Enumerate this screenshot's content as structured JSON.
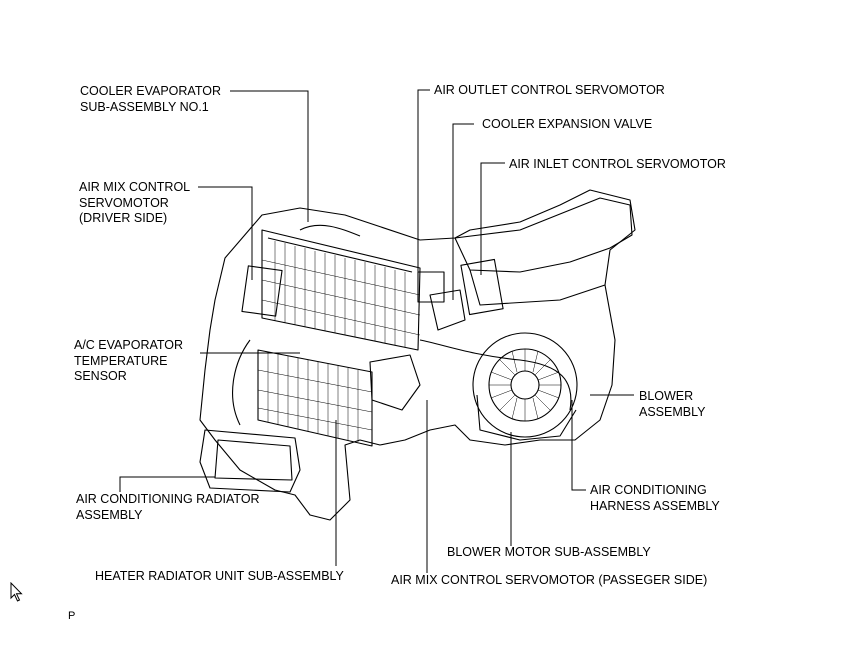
{
  "diagram": {
    "labels": {
      "cooler_evaporator": [
        "COOLER EVAPORATOR",
        "SUB-ASSEMBLY NO.1"
      ],
      "air_mix_driver": [
        "AIR MIX CONTROL",
        "SERVOMOTOR",
        "(DRIVER SIDE)"
      ],
      "ac_evap_temp_sensor": [
        "A/C EVAPORATOR",
        "TEMPERATURE",
        "SENSOR"
      ],
      "ac_radiator": [
        "AIR CONDITIONING RADIATOR",
        "ASSEMBLY"
      ],
      "heater_radiator": [
        "HEATER RADIATOR UNIT SUB-ASSEMBLY"
      ],
      "air_outlet_servo": [
        "AIR OUTLET CONTROL SERVOMOTOR"
      ],
      "cooler_expansion_valve": [
        "COOLER EXPANSION VALVE"
      ],
      "air_inlet_servo": [
        "AIR INLET CONTROL SERVOMOTOR"
      ],
      "blower_assembly": [
        "BLOWER",
        "ASSEMBLY"
      ],
      "ac_harness": [
        "AIR CONDITIONING",
        "HARNESS ASSEMBLY"
      ],
      "blower_motor": [
        "BLOWER MOTOR SUB-ASSEMBLY"
      ],
      "air_mix_passenger": [
        "AIR MIX CONTROL SERVOMOTOR (PASSEGER SIDE)"
      ]
    },
    "figure_code": "P"
  }
}
